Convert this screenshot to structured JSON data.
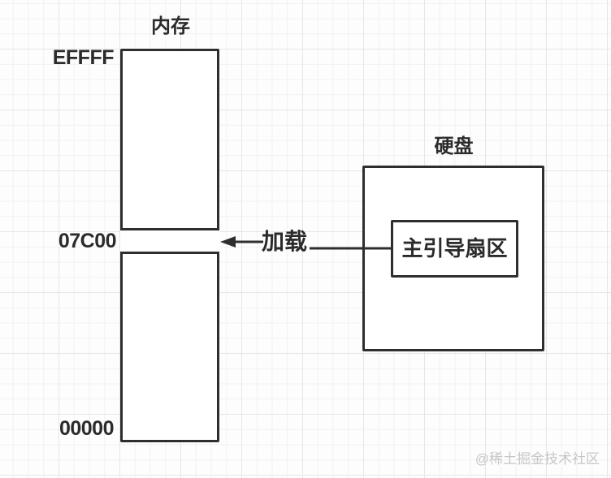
{
  "memory": {
    "title": "内存",
    "addr_top": "EFFFF",
    "addr_mid": "07C00",
    "addr_bottom": "00000"
  },
  "disk": {
    "title": "硬盘",
    "boot_sector": "主引导扇区"
  },
  "arrow": {
    "label": "加载"
  },
  "watermark": "@稀土掘金技术社区",
  "colors": {
    "stroke": "#2e2e2e",
    "text": "#2b2b2b",
    "grid_minor": "#f1f1f1",
    "grid_major": "#e6e6e6",
    "background": "#fdfdfd",
    "watermark": "#c7c7c7"
  }
}
